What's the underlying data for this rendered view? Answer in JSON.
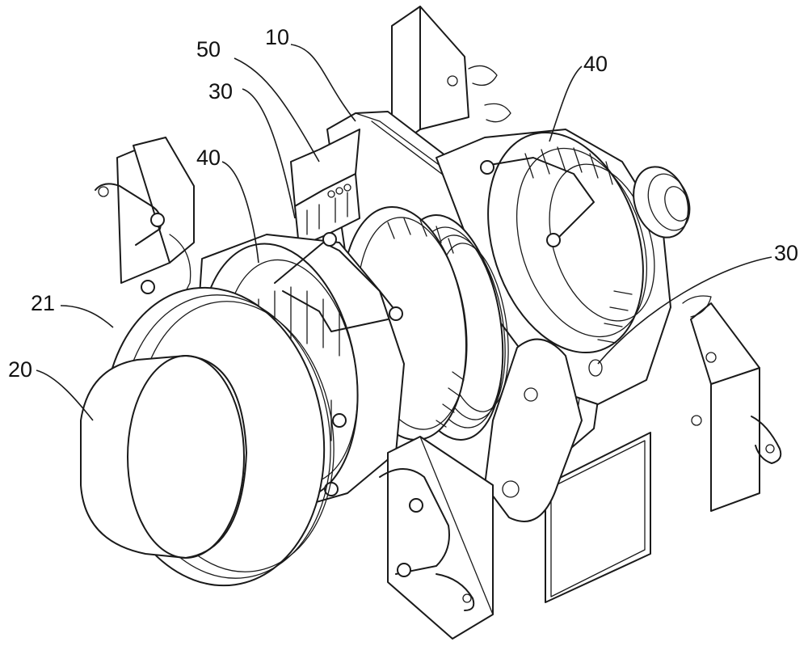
{
  "callouts": {
    "c10": "10",
    "c20": "20",
    "c21": "21",
    "c30_left": "30",
    "c30_right": "30",
    "c40_left": "40",
    "c40_right": "40",
    "c50": "50"
  }
}
